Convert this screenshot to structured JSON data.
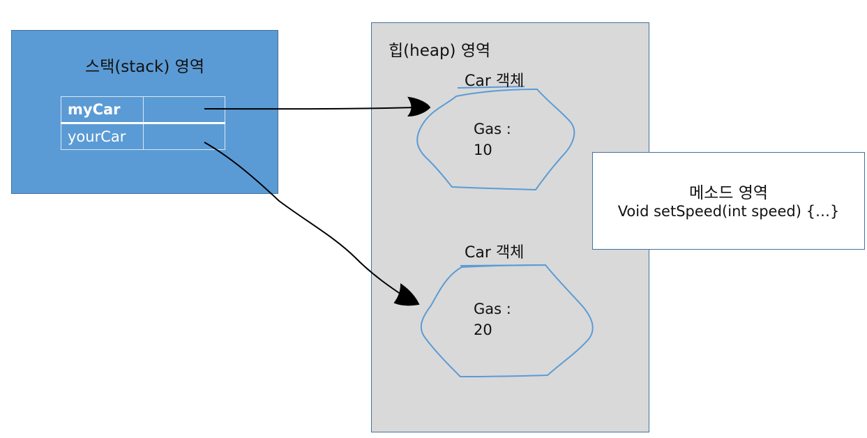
{
  "stack": {
    "title": "스택(stack) 영역",
    "variables": [
      {
        "name": "myCar",
        "value": ""
      },
      {
        "name": "yourCar",
        "value": ""
      }
    ]
  },
  "heap": {
    "title": "힙(heap) 영역",
    "objects": [
      {
        "label": "Car 객체",
        "field": "Gas :",
        "value": "10"
      },
      {
        "label": "Car 객체",
        "field": "Gas :",
        "value": "20"
      }
    ]
  },
  "method_area": {
    "title": "메소드 영역",
    "signature": "Void setSpeed(int speed) {…}"
  },
  "colors": {
    "stack_fill": "#5b9bd5",
    "heap_fill": "#d9d9d9",
    "object_outline": "#5b9bd5",
    "border": "#41719c",
    "arrow": "#000000"
  }
}
